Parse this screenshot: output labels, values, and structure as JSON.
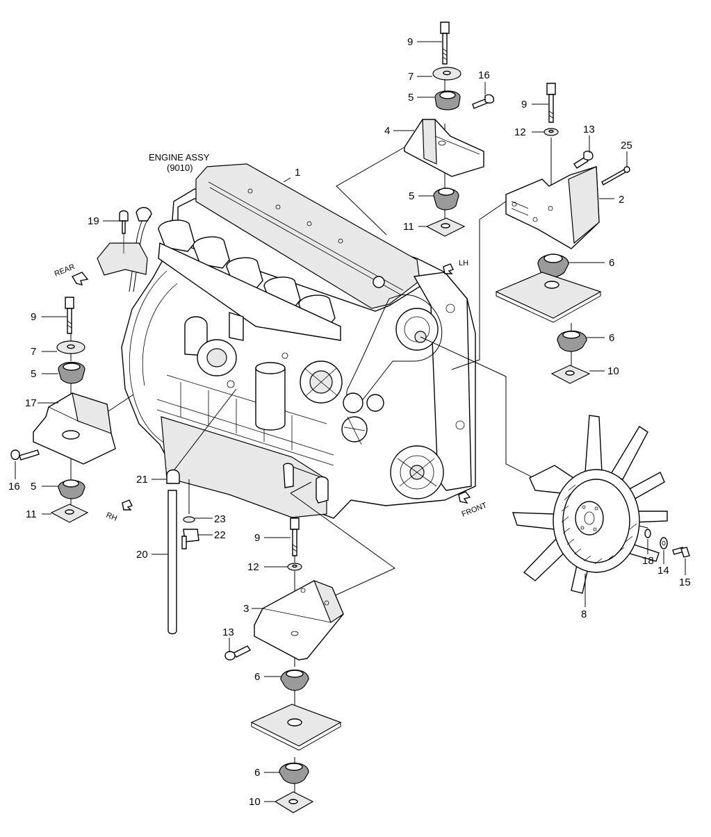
{
  "engine_label": {
    "line1": "ENGINE ASSY",
    "line2": "(9010)"
  },
  "directions": {
    "rear": "REAR",
    "lh": "LH",
    "rh": "RH",
    "front": "FRONT"
  },
  "part_numbers": {
    "engine_cover": "1",
    "rh_front_bracket": "2",
    "lower_bracket": "3",
    "top_bracket": "4",
    "top_mount_upper": "5",
    "top_mount_lower": "5",
    "left_mount_upper": "5",
    "left_mount_lower": "5",
    "rh_mount_upper": "6",
    "rh_mount_lower": "6",
    "bottom_mount_upper": "6",
    "bottom_mount_lower": "6",
    "top_washer": "7",
    "left_washer": "7",
    "fan": "8",
    "top_bolt": "9",
    "rh_bolt": "9",
    "left_bolt": "9",
    "bottom_bolt": "9",
    "rh_nut_plate": "10",
    "bottom_nut_plate": "10",
    "top_nut_plate": "11",
    "left_nut_plate": "11",
    "rh_lock_washer": "12",
    "bottom_lock_washer": "12",
    "rh_screw": "13",
    "bottom_screw": "13",
    "fan_washer": "14",
    "fan_bolt": "15",
    "top_screw": "16",
    "left_screw": "16",
    "left_bracket": "17",
    "fan_spacer": "18",
    "dipstick_bolt": "19",
    "drain_tube": "20",
    "tube_clip": "21",
    "drain_fitting": "22",
    "drain_gasket": "23",
    "rh_small_screw": "25"
  }
}
